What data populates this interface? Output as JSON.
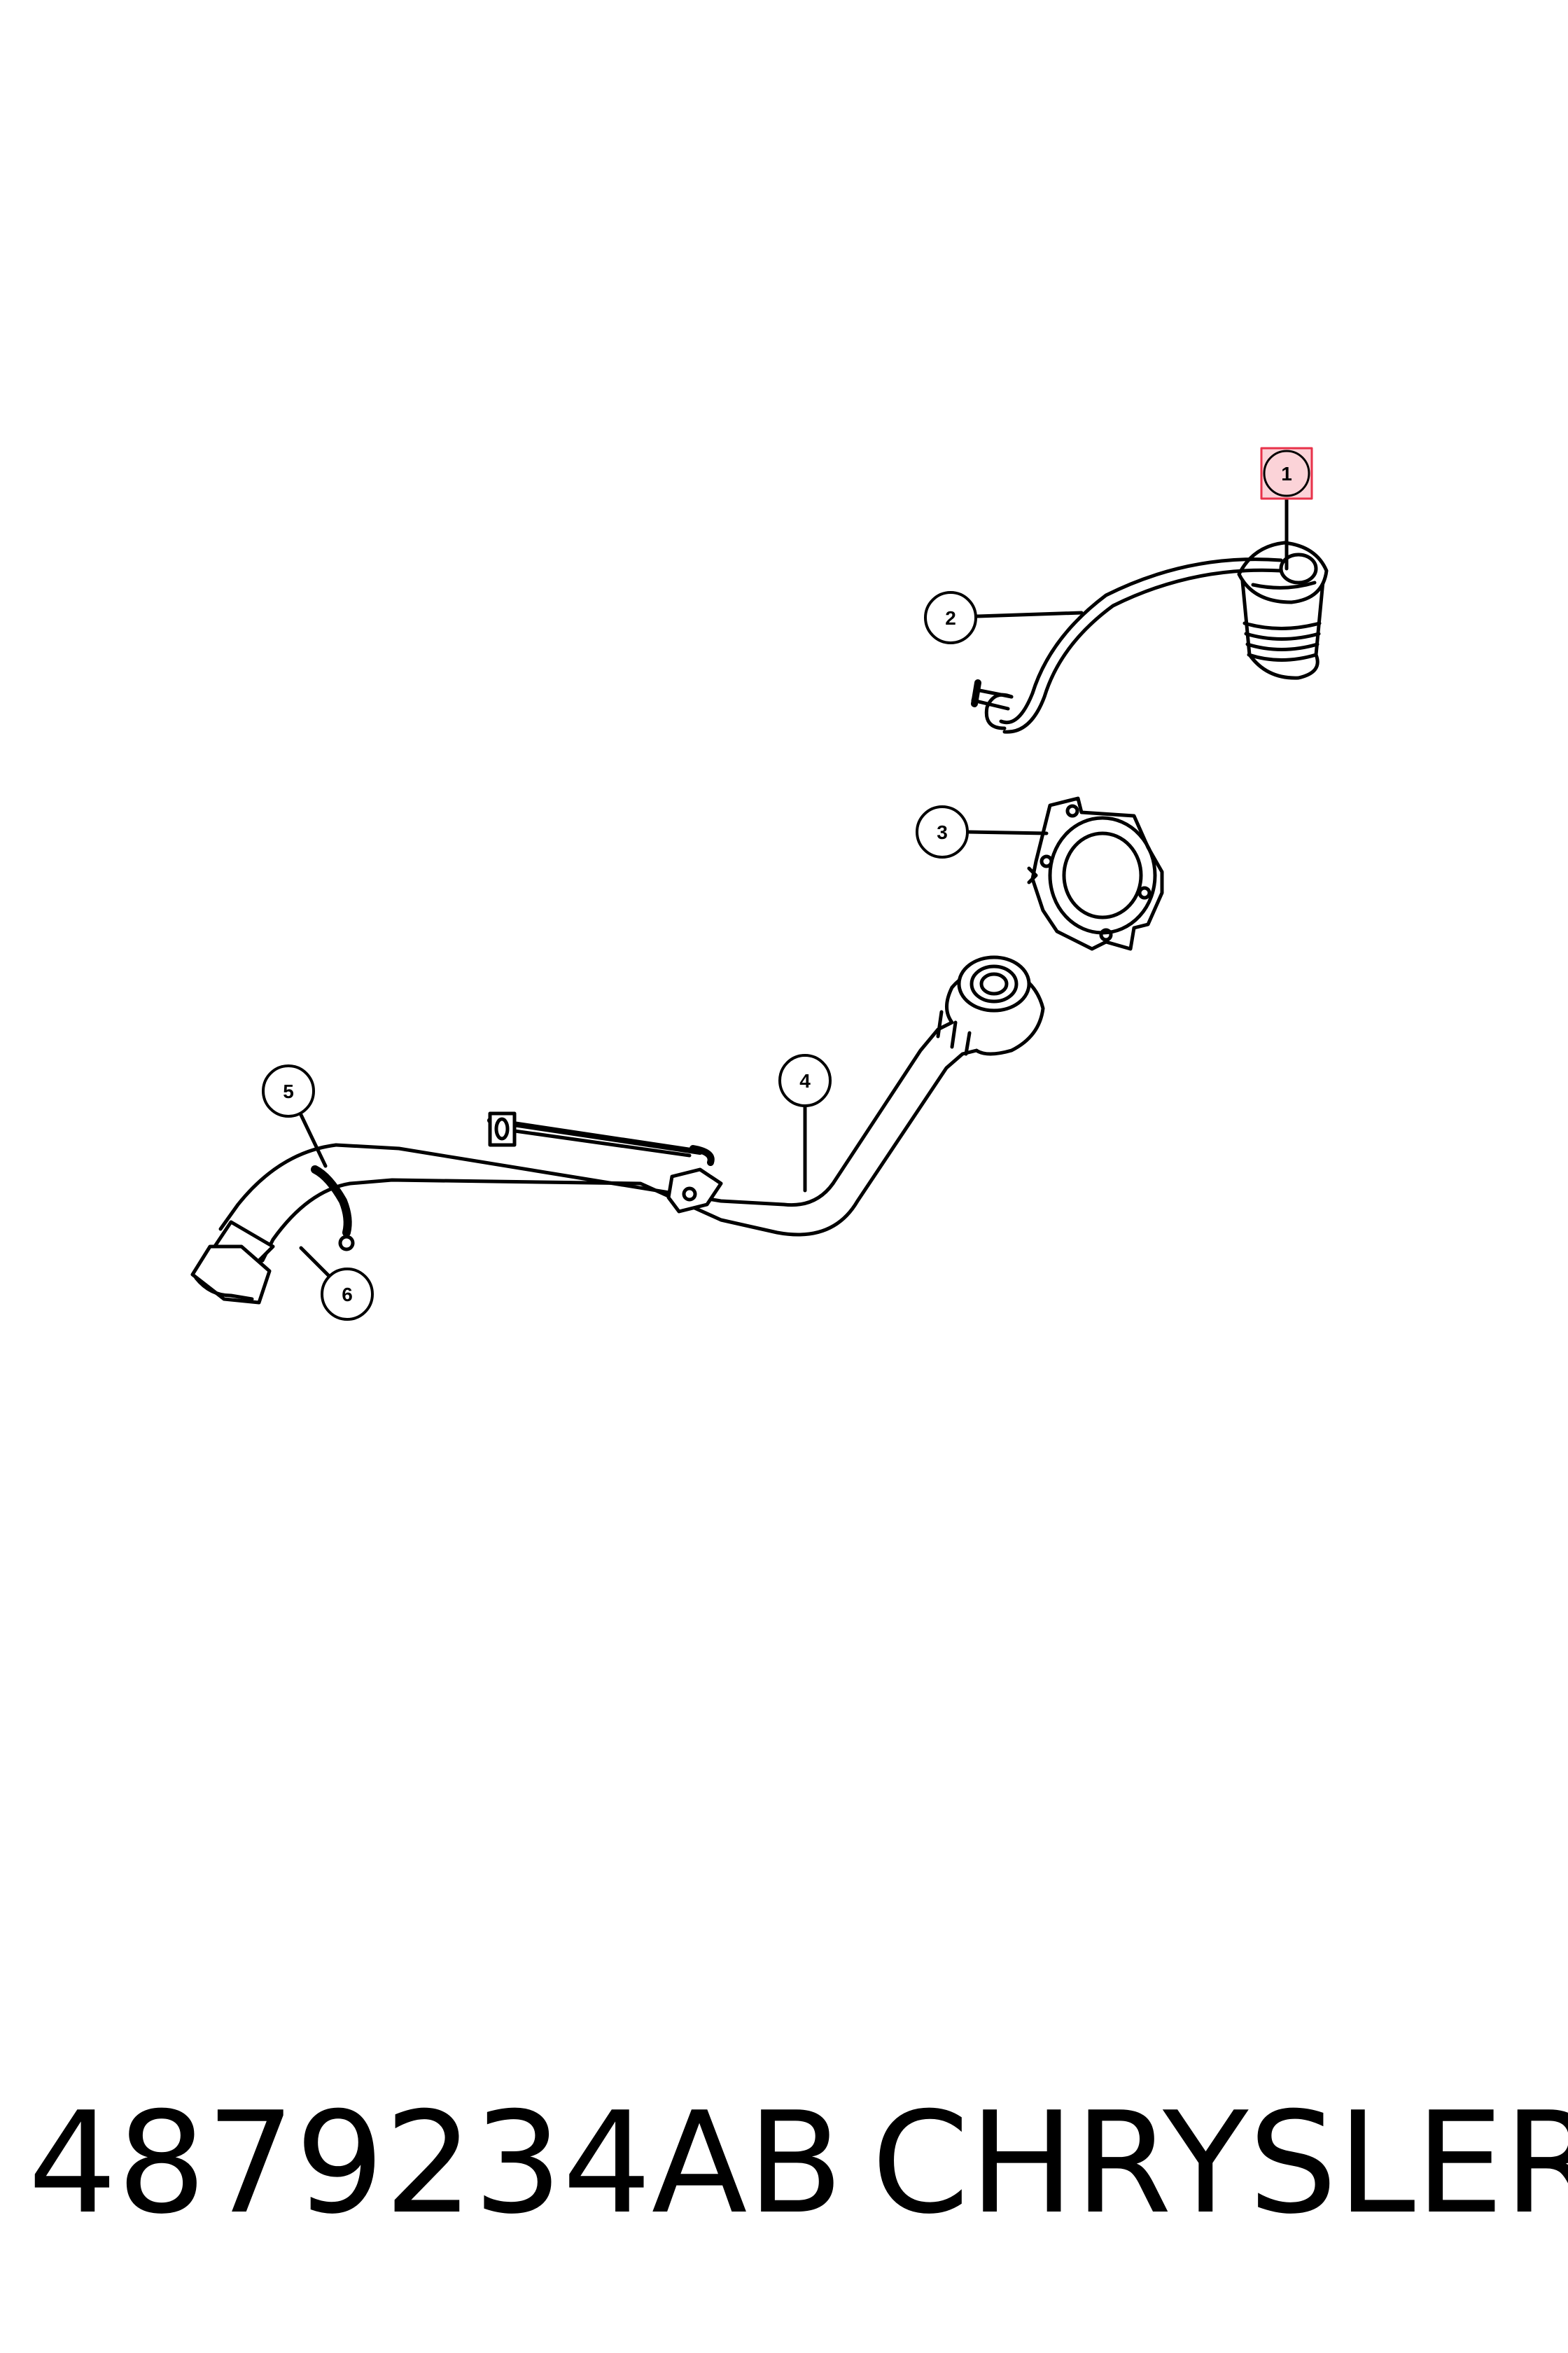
{
  "callouts": {
    "c1": "1",
    "c2": "2",
    "c3": "3",
    "c4": "4",
    "c5": "5",
    "c6": "6"
  },
  "footer": {
    "part_number": "4879234AB",
    "brand": "CHRYSLER"
  },
  "highlight_color": "#e8324a"
}
